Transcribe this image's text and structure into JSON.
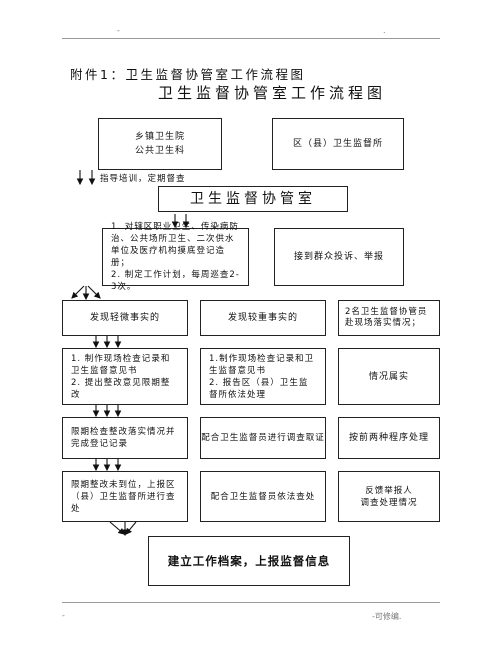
{
  "header": {
    "mark_left": "-",
    "mark_right": "."
  },
  "doc": {
    "attachment_title": "附件1：卫生监督协管室工作流程图",
    "main_title": "卫生监督协管室工作流程图"
  },
  "boxes": {
    "township": "乡镇卫生院\n公共卫生科",
    "district": "区（县）卫生监督所",
    "guidance": "指导培训，定期督查",
    "office": "卫生监督协管室",
    "duties": "1. 对辖区职业卫生、传染病防治、公共场所卫生、二次供水单位及医疗机构摸底登记造册；\n2. 制定工作计划，每周巡查2-3次。",
    "complaints": "接到群众投诉、举报",
    "minor": "发现轻微事实的",
    "serious": "发现较重事实的",
    "two_staff": "2名卫生监督协管员赴现场落实情况；",
    "minor_step1": "1. 制作现场检查记录和卫生监督意见书\n2. 提出整改意见限期整改",
    "serious_step1": "1.制作现场检查记录和卫生监督意见书\n2. 报告区（县）卫生监督所依法处理",
    "situation_true": "情况属实",
    "minor_step2": "限期检查整改落实情况并完成登记记录",
    "assist_investigation": "配合卫生监督员进行调查取证",
    "handle_by_procedure": "按前两种程序处理",
    "minor_step3": "限期整改未到位，上报区（县）卫生监督所进行查处",
    "assist_punishment": "配合卫生监督员依法查处",
    "feedback": "反馈举报人\n调查处理情况",
    "final": "建立工作档案，上报监督信息"
  },
  "footer": {
    "mark_left": "-",
    "mark_right": "-可修编."
  }
}
